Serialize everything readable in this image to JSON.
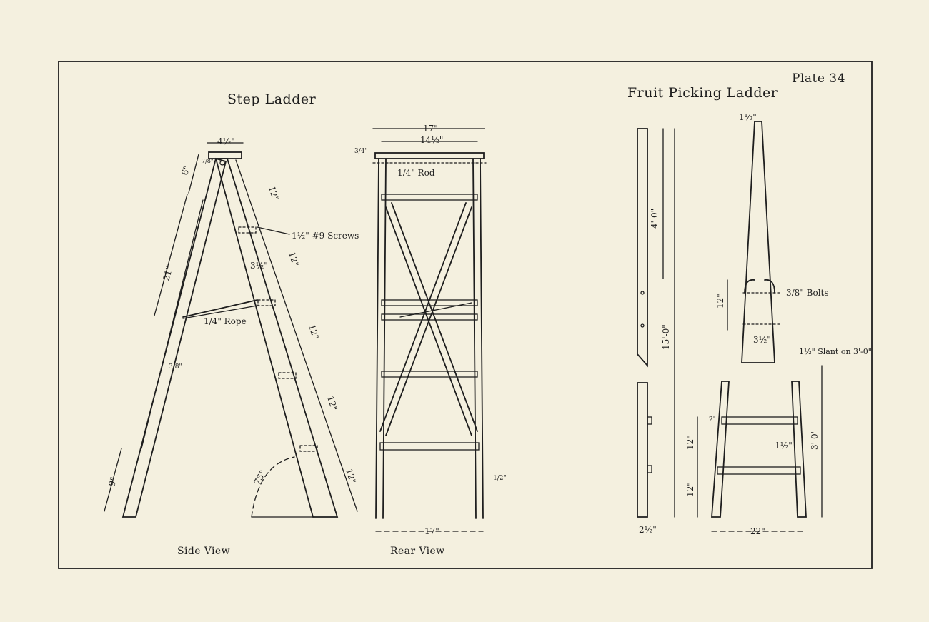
{
  "plate_label": "Plate 34",
  "step_ladder": {
    "title": "Step Ladder",
    "side_view_label": "Side View",
    "rear_view_label": "Rear View",
    "dims": {
      "top_width": "4½\"",
      "top_thick": "7/8\"",
      "six": "6\"",
      "twenty_one": "21\"",
      "nine": "9\"",
      "angle": "75°",
      "three_half": "3½\"",
      "three_eighths": "3/8\"",
      "twelve_1": "12\"",
      "twelve_2": "12\"",
      "twelve_3": "12\"",
      "twelve_4": "12\"",
      "twelve_5": "12\"",
      "rear_top_outer": "17\"",
      "rear_top_inner": "14½\"",
      "rear_top_thick": "3/4\"",
      "rear_bottom": "17\"",
      "rear_leg": "1/2\""
    },
    "notes": {
      "screws": "1½\" #9 Screws",
      "rope": "1/4\" Rope",
      "rod": "1/4\" Rod"
    }
  },
  "fruit_ladder": {
    "title": "Fruit Picking Ladder",
    "dims": {
      "top": "1½\"",
      "four_ft": "4'-0\"",
      "fifteen_ft": "15'-0\"",
      "twelve_a": "12\"",
      "three_half": "3½\"",
      "bottom_side": "2½\"",
      "two": "2\"",
      "twelve_b": "12\"",
      "twelve_c": "12\"",
      "one_half": "1½\"",
      "three_ft": "3'-0\"",
      "twenty_two": "22\""
    },
    "notes": {
      "bolts": "3/8\" Bolts",
      "slant": "1½\" Slant on 3'-0\""
    }
  }
}
